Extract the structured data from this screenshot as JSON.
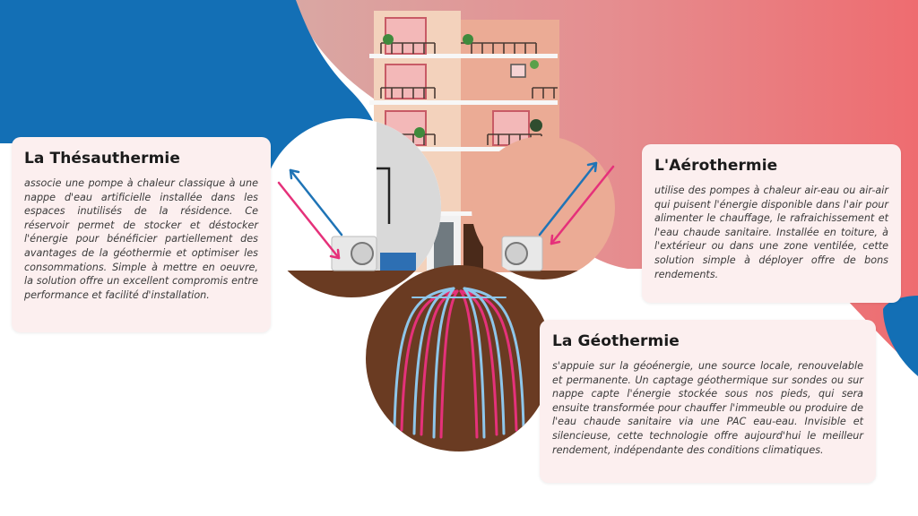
{
  "colors": {
    "blue": "#136fb5",
    "salmon_light": "#e39a9a",
    "salmon": "#ec6a6e",
    "card_bg": "#fcefef",
    "soil": "#6a3b22",
    "arrow_blue": "#1f74b6",
    "arrow_pink": "#e5317a"
  },
  "cards": {
    "thesautermie": {
      "title": "La Thésauthermie",
      "text": "associe une pompe à chaleur classique à une nappe d'eau artificielle installée dans les espaces inutilisés de la résidence. Ce réservoir permet de stocker et déstocker l'énergie pour bénéficier partiellement des avantages de la géothermie et optimiser les consommations. Simple à mettre en oeuvre, la solution offre un excellent compromis entre performance et facilité d'installation."
    },
    "aerothermie": {
      "title": "L'Aérothermie",
      "text": "utilise des pompes à chaleur air-eau ou air-air qui puisent l'énergie disponible dans l'air pour alimenter le chauffage, le rafraichissement et l'eau chaude sanitaire. Installée en toiture, à l'extérieur ou dans une zone ventilée, cette solution simple à déployer offre de bons rendements."
    },
    "geothermie": {
      "title": "La Géothermie",
      "text": "s'appuie sur la géoénergie, une source locale, renouvelable et permanente. Un captage géothermique sur sondes ou sur nappe capte l'énergie stockée sous nos pieds, qui sera ensuite transformée pour chauffer l'immeuble ou produire de l'eau chaude sanitaire via une PAC eau-eau. Invisible et silencieuse, cette technologie offre aujourd'hui le meilleur rendement, indépendante des conditions climatiques."
    }
  }
}
